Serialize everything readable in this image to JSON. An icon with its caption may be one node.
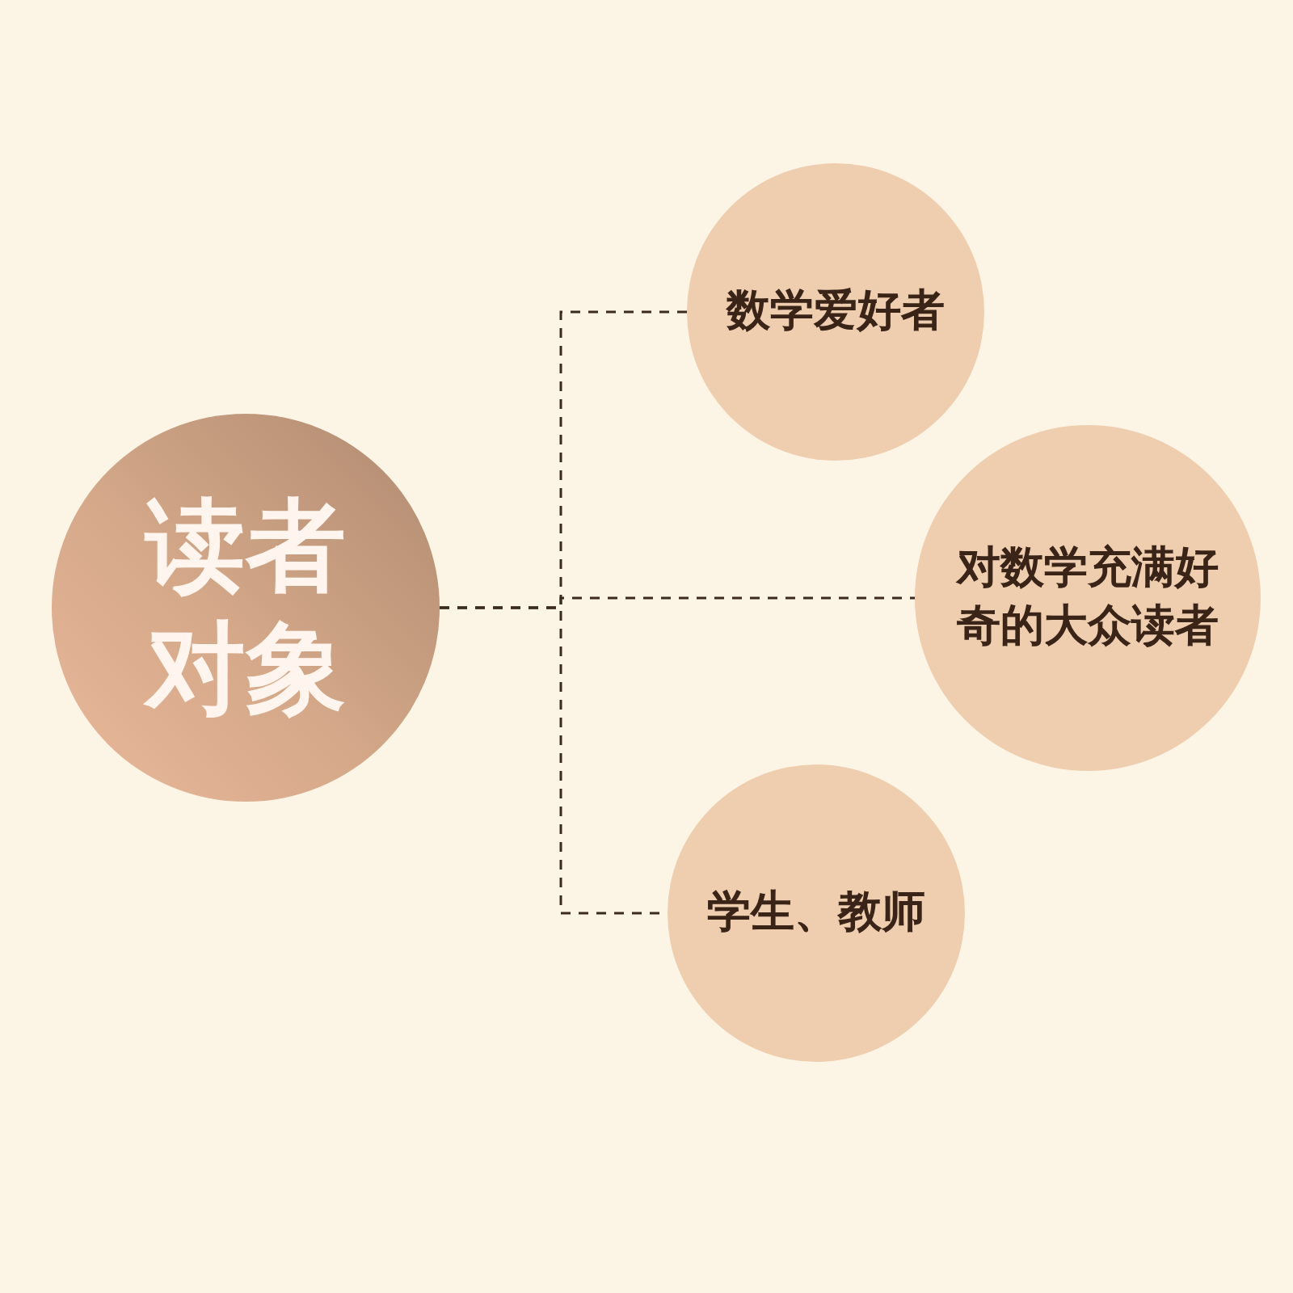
{
  "diagram": {
    "nodes": [
      {
        "text": [
          "读者对象"
        ]
      },
      {
        "text": [
          "数学爱好者"
        ]
      },
      {
        "text": [
          "对数学充满好奇的大众读者"
        ]
      },
      {
        "text": [
          "学生、教师"
        ]
      }
    ],
    "edges": [
      {
        "from": 0,
        "to": 1,
        "arrow": "none",
        "style": "dashed"
      },
      {
        "from": 0,
        "to": 2,
        "arrow": "none",
        "style": "dashed"
      },
      {
        "from": 0,
        "to": 3,
        "arrow": "none",
        "style": "dashed"
      }
    ]
  }
}
